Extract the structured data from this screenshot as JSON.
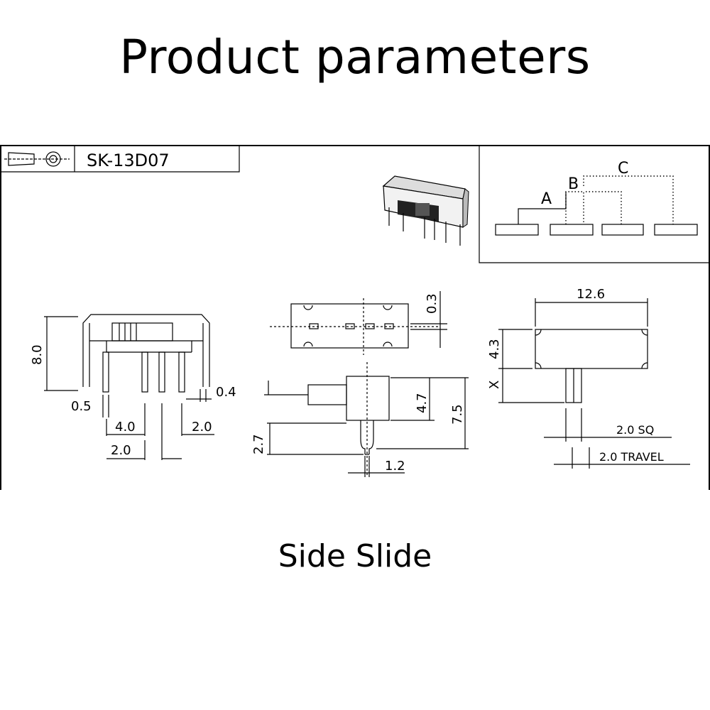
{
  "title": "Product parameters",
  "caption": "Side Slide",
  "title_block": {
    "model": "SK-13D07"
  },
  "terminal_diagram": {
    "labels": [
      "A",
      "B",
      "C"
    ]
  },
  "dimensions": {
    "side_view": {
      "height": "8.0",
      "pin_width": "0.5",
      "pitch_inner": "4.0",
      "pitch_a": "2.0",
      "pitch_b": "2.0",
      "pin_thickness": "0.4"
    },
    "top_view": {
      "thickness": "0.3"
    },
    "end_view": {
      "h1": "4.7",
      "h2": "7.5",
      "pin_len": "2.7",
      "pin_w": "1.2"
    },
    "front_view": {
      "width": "12.6",
      "body_h": "4.3",
      "actuator_h": "X",
      "actuator_size": "2.0 SQ",
      "travel": "2.0 TRAVEL"
    }
  }
}
